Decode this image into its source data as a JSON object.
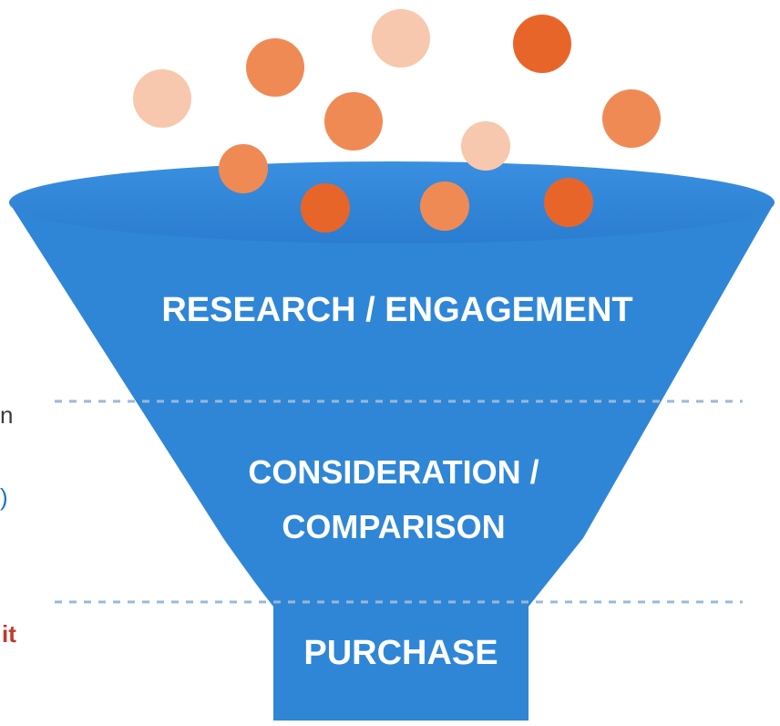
{
  "funnel": {
    "stages": [
      {
        "label": "RESEARCH / ENGAGEMENT"
      },
      {
        "label": "CONSIDERATION /"
      },
      {
        "label": "COMPARISON"
      },
      {
        "label": "PURCHASE"
      }
    ]
  },
  "edge_text": [
    "n",
    ")",
    "it"
  ],
  "colors": {
    "funnel_blue": "#2f86d6",
    "funnel_dark": "#1f6fbf",
    "text": "#ffffff",
    "dots": [
      "#e8652a",
      "#f08a55",
      "#f7c8ad"
    ]
  }
}
